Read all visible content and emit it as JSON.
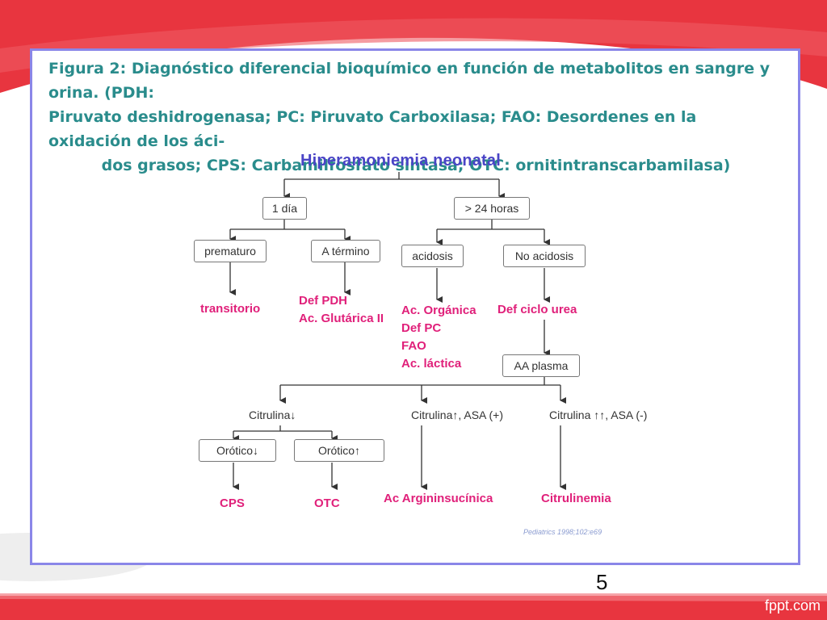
{
  "slide": {
    "page_number": "5",
    "footer": "fppt.com",
    "colors": {
      "accent": "#e8353f",
      "frame": "#8a86e8",
      "caption": "#2a8c8c",
      "title": "#4a44c6",
      "result": "#e0207a"
    }
  },
  "figure": {
    "caption_line1": "Figura 2: Diagnóstico diferencial bioquímico en función de metabolitos en sangre y orina. (PDH:",
    "caption_line2": "Piruvato deshidrogenasa; PC: Piruvato Carboxilasa; FAO: Desordenes en la oxidación de los áci-",
    "caption_line3": "dos grasos; CPS: Carbamilfosfato sintasa; OTC: ornitintranscarbamilasa)",
    "root": "Hiperamoniemia neonatal",
    "one_day": "1 día",
    "gt24h": "> 24 horas",
    "premature": "prematuro",
    "term": "A término",
    "acidosis": "acidosis",
    "no_acidosis": "No acidosis",
    "transitorio": "transitorio",
    "term_r1": "Def PDH",
    "term_r2": "Ac. Glutárica II",
    "acid_r1": "Ac. Orgánica",
    "acid_r2": "Def PC",
    "acid_r3": "FAO",
    "acid_r4": "Ac. láctica",
    "urea_cycle": "Def ciclo urea",
    "aa_plasma": "AA plasma",
    "citr_low": "Citrulina↓",
    "citr_high": "Citrulina↑, ASA (+)",
    "citr_vhigh": "Citrulina ↑↑, ASA (-)",
    "orotic_low": "Orótico↓",
    "orotic_high": "Orótico↑",
    "cps": "CPS",
    "otc": "OTC",
    "asa": "Ac Argininsucínica",
    "citrulinemia": "Citrulinemia",
    "citation": "Pediatrics 1998;102:e69"
  }
}
